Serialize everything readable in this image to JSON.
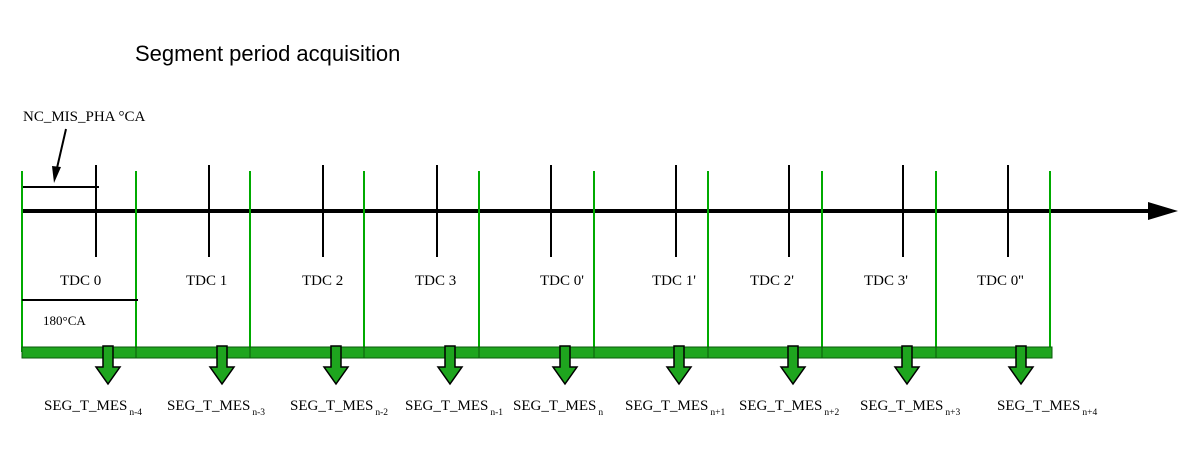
{
  "title": "Segment period acquisition",
  "nc_label": "NC_MIS_PHA °CA",
  "angle_label": "180°CA",
  "tdc_labels": [
    "TDC 0",
    "TDC 1",
    "TDC 2",
    "TDC 3",
    "TDC 0'",
    "TDC 1'",
    "TDC 2'",
    "TDC 3'",
    "TDC 0''"
  ],
  "seg_labels": [
    {
      "base": "SEG_T_MES",
      "sub": "n-4"
    },
    {
      "base": "SEG_T_MES",
      "sub": "n-3"
    },
    {
      "base": "SEG_T_MES",
      "sub": "n-2"
    },
    {
      "base": "SEG_T_MES",
      "sub": "n-1"
    },
    {
      "base": "SEG_T_MES",
      "sub": "n"
    },
    {
      "base": "SEG_T_MES",
      "sub": "n+1"
    },
    {
      "base": "SEG_T_MES",
      "sub": "n+2"
    },
    {
      "base": "SEG_T_MES",
      "sub": "n+3"
    },
    {
      "base": "SEG_T_MES",
      "sub": "n+4"
    }
  ],
  "colors": {
    "green": "#00aa00",
    "bar_green": "#1ea51e",
    "black": "#000000"
  }
}
